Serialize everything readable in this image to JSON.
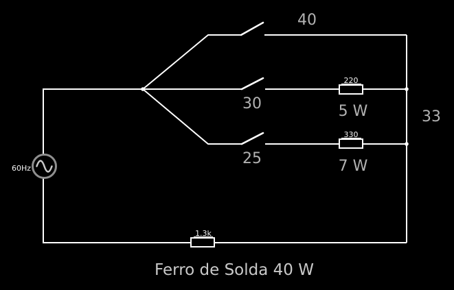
{
  "colors": {
    "background": "#000000",
    "wire": "#ffffff",
    "component": "#8f8f8f",
    "sine": "#c8c8c8",
    "label": "#b2b2b2",
    "small_label": "#f2f2f2",
    "title": "#c9c9c9"
  },
  "title": "Ferro de Solda 40 W",
  "source": {
    "frequency_label": "60Hz"
  },
  "switch": {
    "positions": [
      {
        "label": "40"
      },
      {
        "label": "30"
      },
      {
        "label": "25"
      }
    ]
  },
  "resistors": [
    {
      "value": "220",
      "power": "5 W"
    },
    {
      "value": "330",
      "power": "7 W"
    },
    {
      "value": "1.3k"
    }
  ],
  "output_label": "33"
}
